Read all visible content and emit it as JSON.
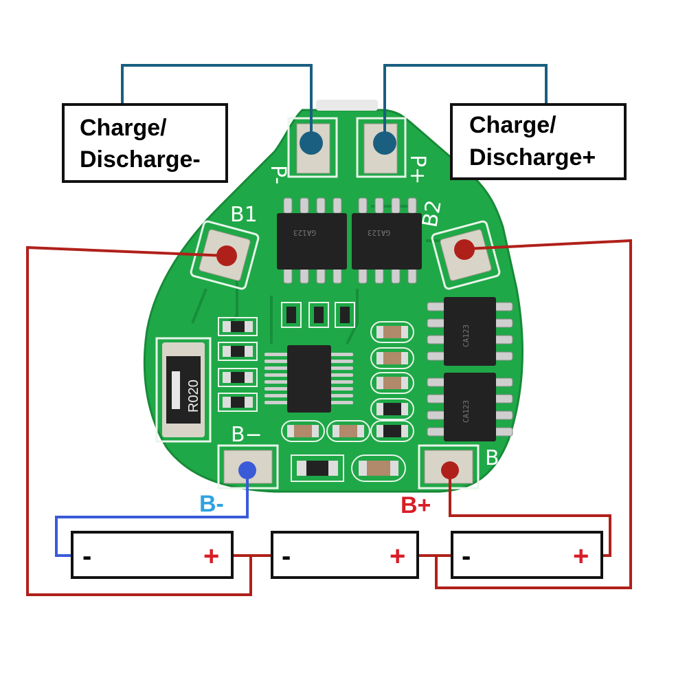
{
  "labels": {
    "discharge_minus": [
      "Charge/",
      "Discharge-"
    ],
    "discharge_plus": [
      "Charge/",
      "Discharge+"
    ],
    "b_minus": "B-",
    "b_plus": "B+"
  },
  "pcb": {
    "pad_p_minus": "P-",
    "pad_p_plus": "P+",
    "pad_b1": "B1",
    "pad_b2": "B2",
    "pad_b_minus": "B−",
    "pad_b_plus": "B+",
    "shunt_resistor": "R020",
    "mosfet_marks": [
      "GA123",
      "GA123",
      "CA123",
      "CA123"
    ]
  },
  "batteries": [
    {
      "neg": "-",
      "pos": "+"
    },
    {
      "neg": "-",
      "pos": "+"
    },
    {
      "neg": "-",
      "pos": "+"
    }
  ],
  "colors": {
    "pcb_green": "#1fa847",
    "wire_red": "#b0201a",
    "wire_blue": "#3a5bd8",
    "wire_teal": "#1a5f80",
    "pad_silver": "#d9d4c8",
    "b_minus_label": "#2ea3e0",
    "b_plus_label": "#d81e28"
  }
}
